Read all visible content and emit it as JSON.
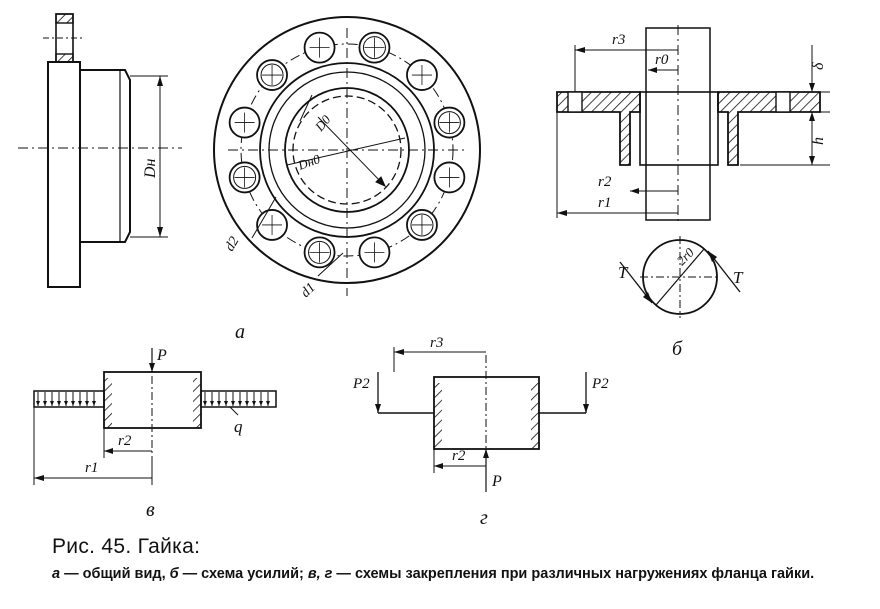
{
  "labels": {
    "a": "а",
    "b": "б",
    "v": "в",
    "g": "г",
    "Dn": "Dн",
    "Dno": "Dн0",
    "D0": "D0",
    "d1": "d1",
    "d2": "d2",
    "r3": "r3",
    "r0": "r0",
    "r2": "r2",
    "r1": "r1",
    "delta": "δ",
    "h": "h",
    "two_r0": "2r0",
    "T": "T",
    "P": "P",
    "q": "q",
    "P2": "P2"
  },
  "caption": {
    "title": "Рис. 45. Гайка:",
    "part1_key": "а",
    "part1_text": " — общий вид, ",
    "part2_key": "б",
    "part2_text": " — схема усилий; ",
    "part3_key": "в, г",
    "part3_text": " — схемы закрепления при различных нагружениях фланца гайки."
  }
}
